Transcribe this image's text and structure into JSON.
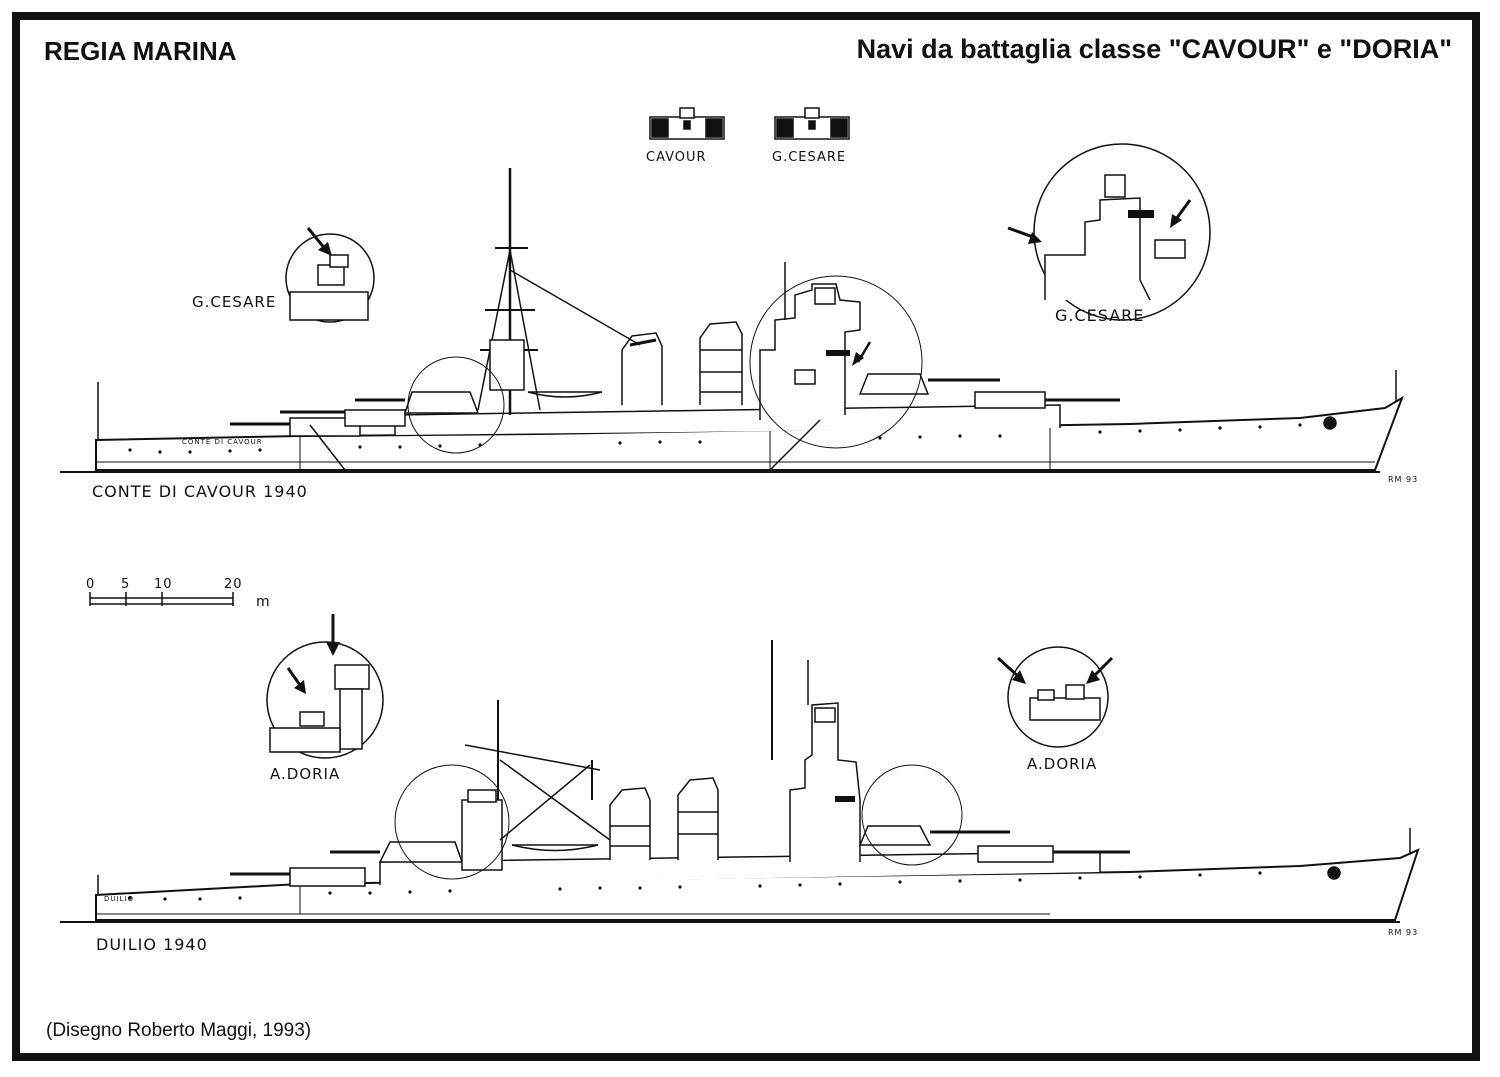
{
  "header": {
    "title_left": "REGIA MARINA",
    "title_right": "Navi da battaglia classe \"CAVOUR\" e \"DORIA\""
  },
  "bridge_details": {
    "left_label": "CAVOUR",
    "right_label": "G.CESARE"
  },
  "ship_top": {
    "name_label": "CONTE DI CAVOUR  1940",
    "stern_name": "CONTE DI CAVOUR",
    "signature": "RM 93",
    "inset_left_label": "G.CESARE",
    "inset_right_label": "G.CESARE"
  },
  "scale_bar": {
    "ticks": [
      "0",
      "5",
      "10",
      "20"
    ],
    "unit": "m"
  },
  "ship_bottom": {
    "name_label": "DUILIO  1940",
    "stern_name": "DUILIO",
    "signature": "RM 93",
    "inset_left_label": "A.DORIA",
    "inset_right_label": "A.DORIA"
  },
  "credit": "(Disegno Roberto Maggi, 1993)",
  "colors": {
    "ink": "#111111",
    "paper": "#ffffff"
  }
}
